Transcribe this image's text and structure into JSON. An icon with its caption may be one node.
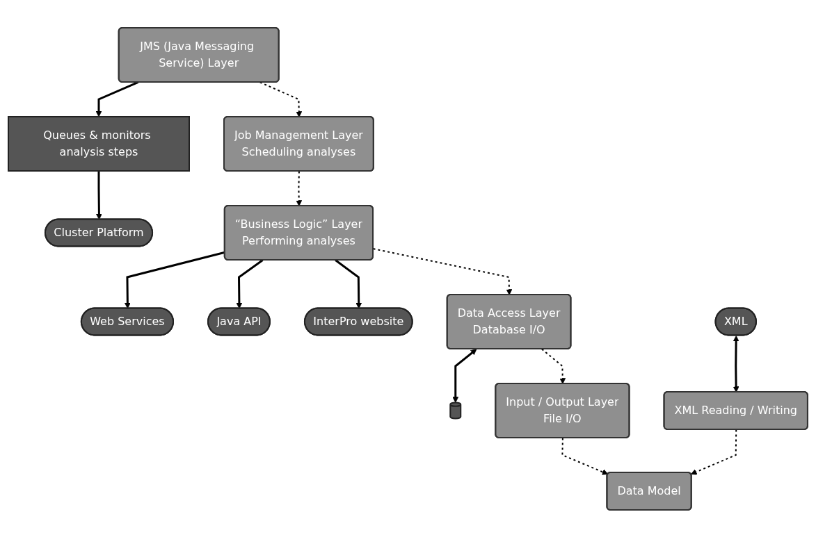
{
  "diagram": {
    "nodes": [
      {
        "text": [
          "Cluster Platform"
        ]
      },
      {
        "text": [
          "Queues & monitors analysis steps"
        ]
      },
      {
        "text": [
          "JMS (Java Messaging Service) Layer"
        ]
      },
      {
        "text": [
          "Job Management Layer",
          "Scheduling analyses"
        ]
      },
      {
        "text": [
          "Web Services"
        ]
      },
      {
        "text": [
          "Java API"
        ]
      },
      {
        "text": [
          "InterPro website"
        ]
      },
      {
        "text": [
          "“Business Logic” Layer",
          "Performing analyses"
        ]
      },
      {
        "text": [],
        "shape": "cylinder"
      },
      {
        "text": [
          "Data Access Layer",
          "Database I/O"
        ]
      },
      {
        "text": [
          "XML"
        ]
      },
      {
        "text": [
          "XML Reading / Writing"
        ]
      },
      {
        "text": [
          "Input / Output Layer",
          "File I/O"
        ]
      },
      {
        "text": [
          "Data Model"
        ]
      }
    ],
    "edges": [
      {
        "from": 2,
        "to": 1,
        "arrow": "to"
      },
      {
        "from": 1,
        "to": 0,
        "arrow": "to"
      },
      {
        "from": 2,
        "to": 3,
        "arrow": "to",
        "style": "dashed"
      },
      {
        "from": 3,
        "to": 7,
        "arrow": "to",
        "style": "dashed"
      },
      {
        "from": 7,
        "to": 4,
        "arrow": "to"
      },
      {
        "from": 7,
        "to": 5,
        "arrow": "to"
      },
      {
        "from": 7,
        "to": 6,
        "arrow": "to"
      },
      {
        "from": 7,
        "to": 9,
        "arrow": "to",
        "style": "dashed"
      },
      {
        "from": 9,
        "to": 8,
        "arrow": "both"
      },
      {
        "from": 9,
        "to": 12,
        "arrow": "to",
        "style": "dashed"
      },
      {
        "from": 10,
        "to": 11,
        "arrow": "both"
      },
      {
        "from": 11,
        "to": 13,
        "arrow": "to",
        "style": "dashed"
      },
      {
        "from": 12,
        "to": 13,
        "arrow": "to",
        "style": "dashed"
      }
    ]
  }
}
